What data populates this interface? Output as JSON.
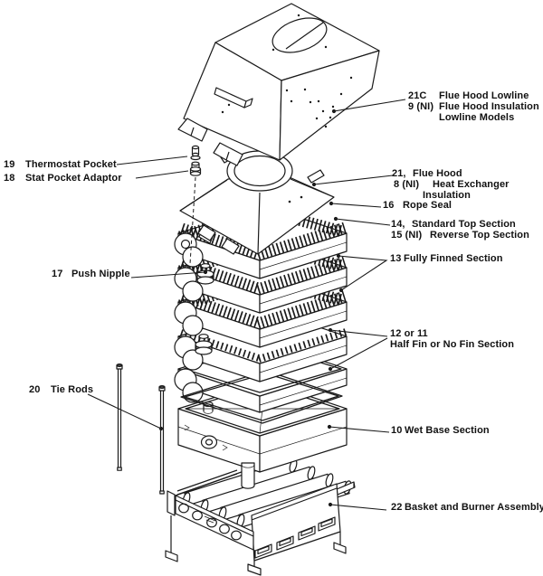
{
  "figure": {
    "type": "exploded-parts-diagram",
    "subject": "Cast iron boiler heat exchanger and burner assembly",
    "parts": {
      "flue_hood_lowline": {
        "rows": [
          {
            "num": "21C",
            "text": "Flue Hood Lowline"
          },
          {
            "num": "9 (NI)",
            "text": "Flue Hood Insulation"
          },
          {
            "num": "",
            "text": "Lowline Models"
          }
        ]
      },
      "thermostat_pocket": {
        "num": "19",
        "name": "Thermostat Pocket"
      },
      "stat_pocket_adaptor": {
        "num": "18",
        "name": "Stat Pocket Adaptor"
      },
      "flue_hood": {
        "rows": [
          {
            "num": "21,",
            "text": "Flue Hood"
          },
          {
            "num": "8 (NI)",
            "text": "Heat Exchanger"
          },
          {
            "num": "",
            "text": "Insulation"
          }
        ]
      },
      "rope_seal": {
        "num": "16",
        "name": "Rope Seal"
      },
      "top_section": {
        "rows": [
          {
            "num": "14,",
            "text": "Standard Top Section"
          },
          {
            "num": "15 (NI)",
            "text": "Reverse Top Section"
          }
        ]
      },
      "fully_finned_section": {
        "num": "13",
        "name": "Fully Finned Section"
      },
      "half_fin_section": {
        "line1": "12 or 11",
        "line2": "Half Fin or No Fin Section"
      },
      "push_nipple": {
        "num": "17",
        "name": "Push Nipple"
      },
      "tie_rods": {
        "num": "20",
        "name": "Tie Rods"
      },
      "wet_base_section": {
        "num": "10",
        "name": "Wet Base Section"
      },
      "basket_burner": {
        "num": "22",
        "name": "Basket and Burner Assembly"
      }
    }
  }
}
